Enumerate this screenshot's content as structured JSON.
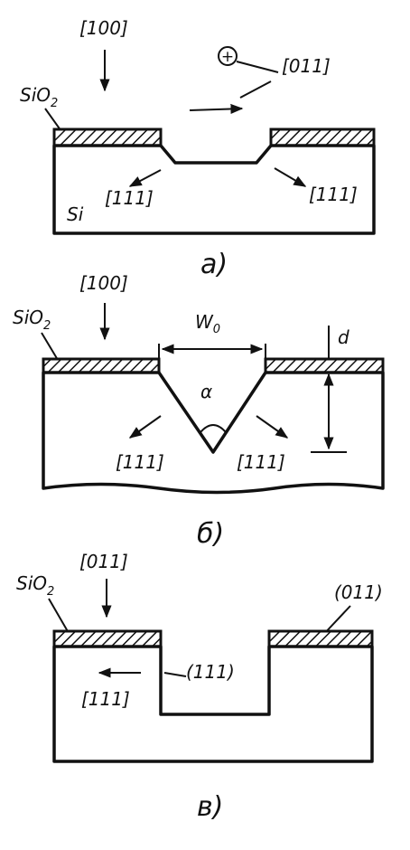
{
  "panel_a": {
    "dir_top": "[100]",
    "dir_right": "[011]",
    "plus_symbol": "+",
    "oxide_label": "SiO",
    "oxide_sub": "2",
    "substrate_label": "Si",
    "dir_left_face": "[111]",
    "dir_right_face": "[111]",
    "caption": "a)"
  },
  "panel_b": {
    "dir_top": "[100]",
    "oxide_label": "SiO",
    "oxide_sub": "2",
    "width_label": "W",
    "width_sub": "0",
    "depth_label": "d",
    "angle_label": "α",
    "dir_left_face": "[111]",
    "dir_right_face": "[111]",
    "caption": "б)"
  },
  "panel_c": {
    "dir_top": "[011]",
    "oxide_label": "SiO",
    "oxide_sub": "2",
    "plane_right": "(011)",
    "plane_wall": "(111)",
    "dir_left": "[111]",
    "caption": "в)"
  }
}
